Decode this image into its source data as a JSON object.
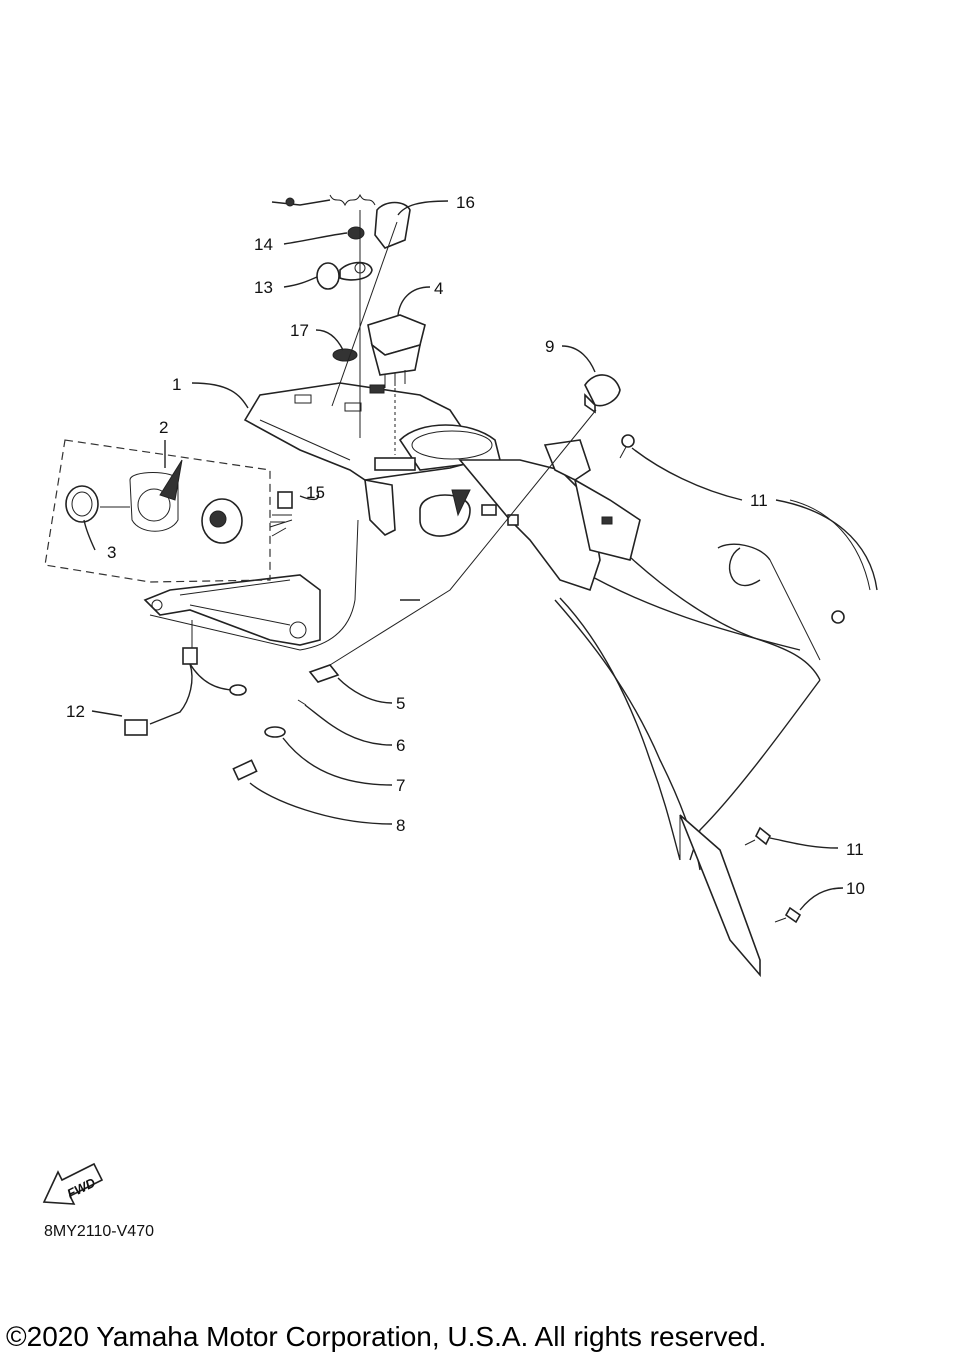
{
  "diagram": {
    "callouts": [
      {
        "id": "c1",
        "label": "1"
      },
      {
        "id": "c2",
        "label": "2"
      },
      {
        "id": "c3",
        "label": "3"
      },
      {
        "id": "c4",
        "label": "4"
      },
      {
        "id": "c5",
        "label": "5"
      },
      {
        "id": "c6",
        "label": "6"
      },
      {
        "id": "c7",
        "label": "7"
      },
      {
        "id": "c8",
        "label": "8"
      },
      {
        "id": "c9",
        "label": "9"
      },
      {
        "id": "c10",
        "label": "10"
      },
      {
        "id": "c11a",
        "label": "11"
      },
      {
        "id": "c11b",
        "label": "11"
      },
      {
        "id": "c12",
        "label": "12"
      },
      {
        "id": "c13",
        "label": "13"
      },
      {
        "id": "c14",
        "label": "14"
      },
      {
        "id": "c15",
        "label": "15"
      },
      {
        "id": "c16",
        "label": "16"
      },
      {
        "id": "c17",
        "label": "17"
      }
    ],
    "fwd_label": "FWD",
    "drawing_code": "8MY2110-V470"
  },
  "footer": {
    "copyright": "©2020 Yamaha Motor Corporation, U.S.A. All rights reserved."
  }
}
